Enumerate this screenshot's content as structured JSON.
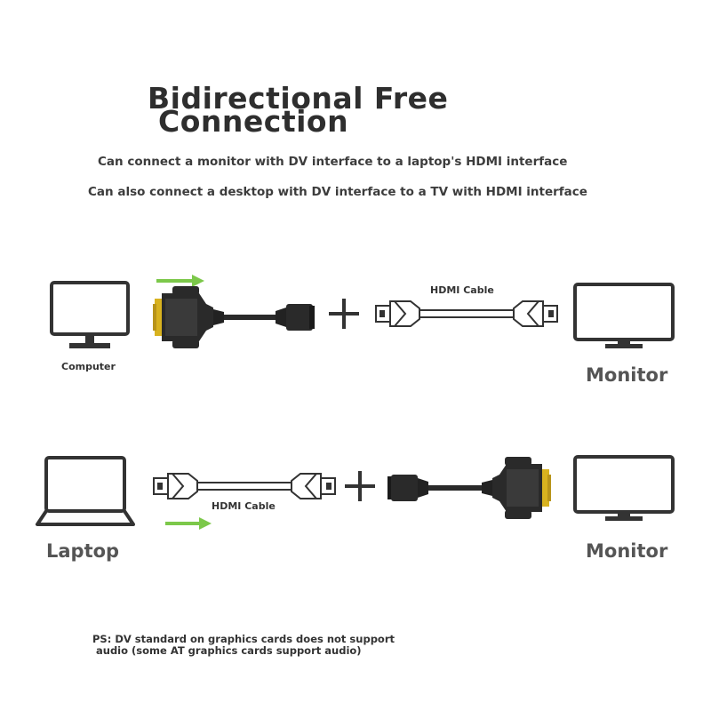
{
  "heading": {
    "line1": "Bidirectional Free",
    "line2": "Connection"
  },
  "subtitles": [
    "Can connect a monitor with DV interface to a laptop's HDMI interface",
    "Can also connect a desktop with DV interface to a TV with HDMI interface"
  ],
  "row1": {
    "source": "Computer",
    "cable": "HDMI Cable",
    "operator": "+",
    "target": "Monitor"
  },
  "row2": {
    "source": "Laptop",
    "cable": "HDMI Cable",
    "operator": "+",
    "target": "Monitor"
  },
  "note": {
    "line1": "PS: DV standard on graphics cards does not support",
    "line2": " audio (some AT graphics cards support audio)"
  },
  "colors": {
    "arrow": "#7cc84a",
    "gold": "#d8b21f",
    "cable": "#2a2a2a",
    "icon": "#333333"
  }
}
